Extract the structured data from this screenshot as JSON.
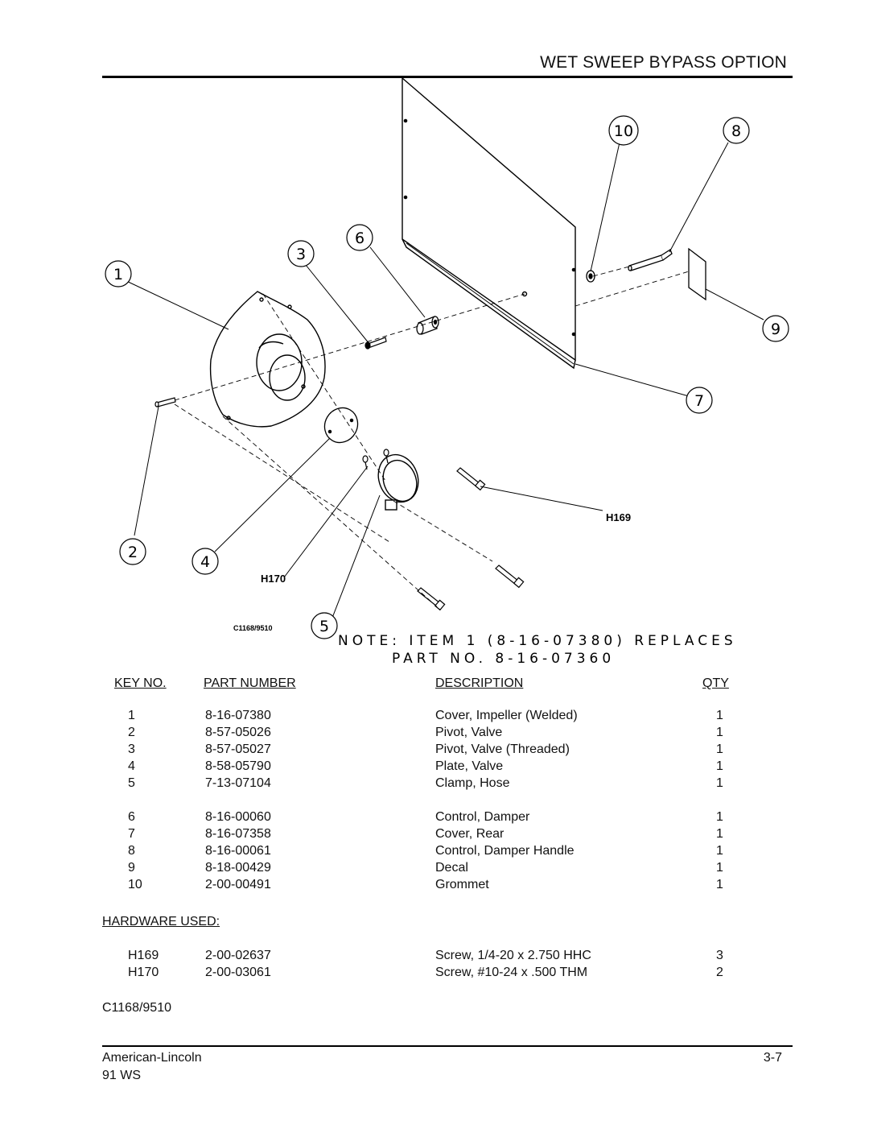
{
  "header": {
    "title": "WET SWEEP BYPASS OPTION"
  },
  "diagram": {
    "callouts": [
      "1",
      "2",
      "3",
      "4",
      "5",
      "6",
      "7",
      "8",
      "9",
      "10"
    ],
    "hardware_labels": [
      "H169",
      "H170"
    ],
    "drawing_code": "C1168/9510",
    "note_line1": "NOTE: ITEM 1 (8-16-07380) REPLACES",
    "note_line2": "PART NO. 8-16-07360"
  },
  "table": {
    "headers": {
      "key_no": "KEY NO.",
      "part_number": "PART NUMBER",
      "description": "DESCRIPTION",
      "qty": "QTY"
    },
    "rows": [
      {
        "key": "1",
        "part": "8-16-07380",
        "desc": "Cover, Impeller (Welded)",
        "qty": "1"
      },
      {
        "key": "2",
        "part": "8-57-05026",
        "desc": "Pivot, Valve",
        "qty": "1"
      },
      {
        "key": "3",
        "part": "8-57-05027",
        "desc": "Pivot, Valve (Threaded)",
        "qty": "1"
      },
      {
        "key": "4",
        "part": "8-58-05790",
        "desc": "Plate, Valve",
        "qty": "1"
      },
      {
        "key": "5",
        "part": "7-13-07104",
        "desc": "Clamp, Hose",
        "qty": "1"
      },
      {
        "key": "6",
        "part": "8-16-00060",
        "desc": "Control, Damper",
        "qty": "1"
      },
      {
        "key": "7",
        "part": "8-16-07358",
        "desc": "Cover, Rear",
        "qty": "1"
      },
      {
        "key": "8",
        "part": "8-16-00061",
        "desc": "Control, Damper Handle",
        "qty": "1"
      },
      {
        "key": "9",
        "part": "8-18-00429",
        "desc": "Decal",
        "qty": "1"
      },
      {
        "key": "10",
        "part": "2-00-00491",
        "desc": "Grommet",
        "qty": "1"
      }
    ]
  },
  "hardware": {
    "label": "HARDWARE USED:",
    "rows": [
      {
        "key": "H169",
        "part": "2-00-02637",
        "desc": "Screw, 1/4-20 x 2.750 HHC",
        "qty": "3"
      },
      {
        "key": "H170",
        "part": "2-00-03061",
        "desc": "Screw, #10-24 x .500 THM",
        "qty": "2"
      }
    ]
  },
  "drawing_code": "C1168/9510",
  "footer": {
    "brand": "American-Lincoln",
    "model": "91 WS",
    "page": "3-7"
  }
}
